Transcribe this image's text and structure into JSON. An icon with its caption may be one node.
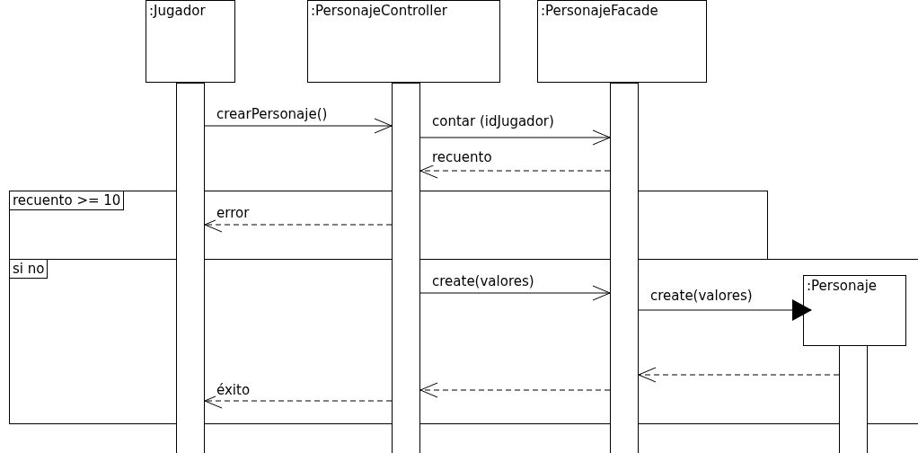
{
  "diagram": {
    "nodes": [
      {
        "text": [
          ":Jugador"
        ]
      },
      {
        "text": [
          ":PersonajeController"
        ]
      },
      {
        "text": [
          ":PersonajeFacade"
        ]
      },
      {
        "text": [],
        "shape": "bar"
      },
      {
        "text": [],
        "shape": "bar"
      },
      {
        "text": [],
        "shape": "bar"
      },
      {
        "text": [
          "recuento >= 10"
        ]
      },
      {
        "text": [
          "si no"
        ]
      },
      {
        "text": [
          ":Personaje"
        ],
        "in": 7
      },
      {
        "text": [],
        "shape": "bar"
      }
    ],
    "edges": [
      {
        "from": 3,
        "to": 4,
        "arrow": "to",
        "label": "crearPersonaje()"
      },
      {
        "from": 4,
        "to": 5,
        "arrow": "to",
        "label": "contar (idJugador)"
      },
      {
        "from": 5,
        "to": 4,
        "arrow": "to",
        "label": "recuento",
        "style": "dashed"
      },
      {
        "from": 4,
        "to": 3,
        "arrow": "to",
        "label": "error",
        "style": "dashed"
      },
      {
        "from": 4,
        "to": 5,
        "arrow": "to",
        "label": "create(valores)"
      },
      {
        "from": 5,
        "to": 8,
        "arrow": "to",
        "label": "create(valores)"
      },
      {
        "from": 9,
        "to": 5,
        "arrow": "to",
        "style": "dashed"
      },
      {
        "from": 5,
        "to": 4,
        "arrow": "to",
        "style": "dashed"
      },
      {
        "from": 4,
        "to": 3,
        "arrow": "to",
        "label": "éxito",
        "style": "dashed"
      }
    ]
  }
}
